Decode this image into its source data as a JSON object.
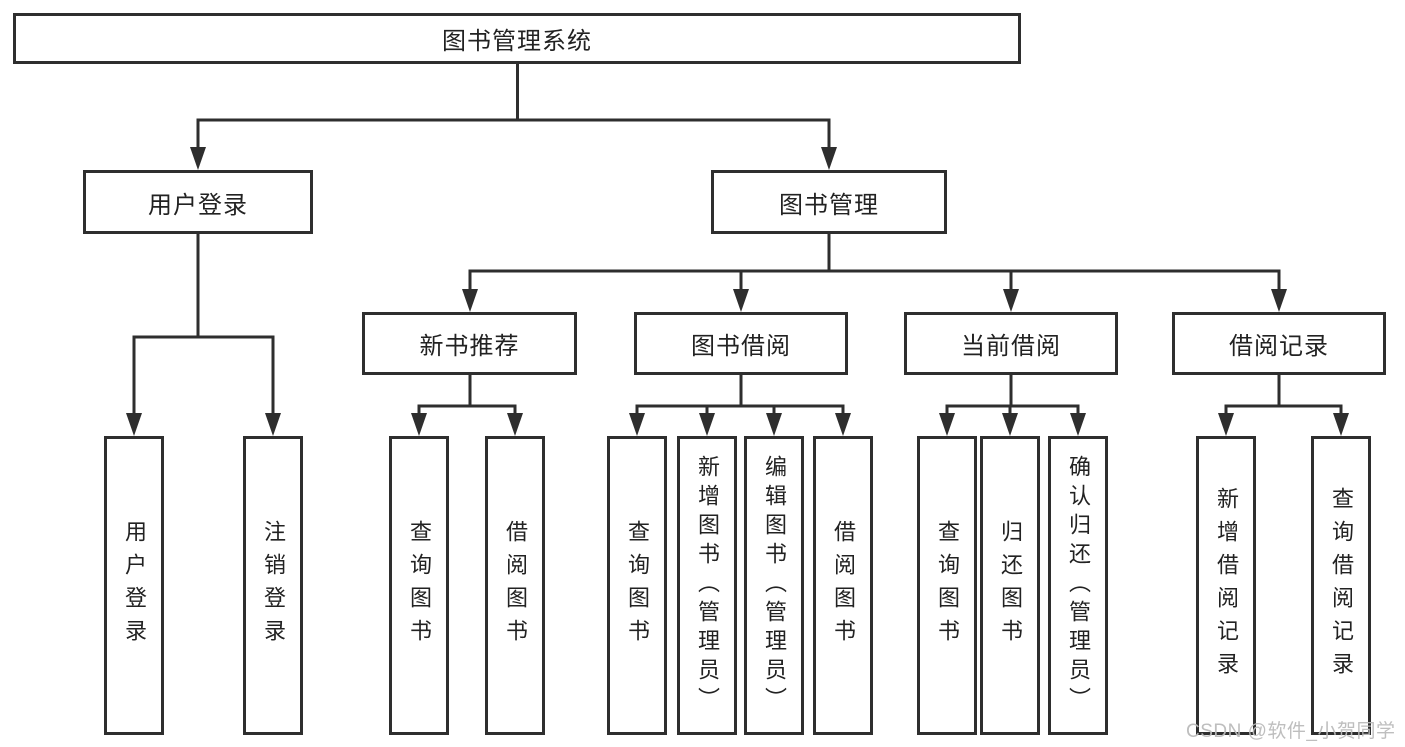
{
  "diagram": {
    "root": {
      "label": "图书管理系统"
    },
    "level2": [
      {
        "label": "用户登录"
      },
      {
        "label": "图书管理"
      }
    ],
    "level3": [
      {
        "label": "新书推荐"
      },
      {
        "label": "图书借阅"
      },
      {
        "label": "当前借阅"
      },
      {
        "label": "借阅记录"
      }
    ],
    "leaves": [
      {
        "label": "用户登录",
        "parent": "用户登录"
      },
      {
        "label": "注销登录",
        "parent": "用户登录"
      },
      {
        "label": "查询图书",
        "parent": "新书推荐"
      },
      {
        "label": "借阅图书",
        "parent": "新书推荐"
      },
      {
        "label": "查询图书",
        "parent": "图书借阅"
      },
      {
        "label": "新增图书（管理员）",
        "parent": "图书借阅"
      },
      {
        "label": "编辑图书（管理员）",
        "parent": "图书借阅"
      },
      {
        "label": "借阅图书",
        "parent": "图书借阅"
      },
      {
        "label": "查询图书",
        "parent": "当前借阅"
      },
      {
        "label": "归还图书",
        "parent": "当前借阅"
      },
      {
        "label": "确认归还（管理员）",
        "parent": "当前借阅"
      },
      {
        "label": "新增借阅记录",
        "parent": "借阅记录"
      },
      {
        "label": "查询借阅记录",
        "parent": "借阅记录"
      }
    ],
    "watermark": "CSDN @软件_小贺同学",
    "colors": {
      "line": "#2e2e2e",
      "box_border": "#2e2e2e",
      "box_fill": "#ffffff",
      "text": "#222222",
      "watermark": "#bbbbbb",
      "background": "#ffffff"
    }
  }
}
